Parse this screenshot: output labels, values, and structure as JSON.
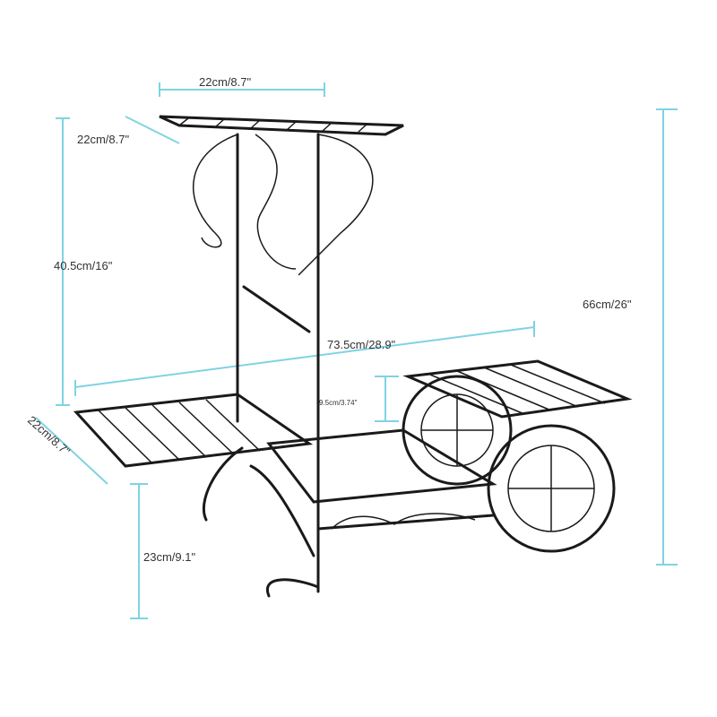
{
  "dimensions": {
    "top_width": "22cm/8.7\"",
    "top_depth": "22cm/8.7\"",
    "upper_height": "40.5cm/16\"",
    "total_height": "66cm/26\"",
    "total_length": "73.5cm/28.9\"",
    "shelf_gap": "9.5cm/3.74\"",
    "shelf_depth": "22cm/8.7\"",
    "leg_height": "23cm/9.1\""
  },
  "colors": {
    "dimension_line": "#7fd3e3",
    "iron": "#1a1a1a",
    "label": "#333333"
  }
}
